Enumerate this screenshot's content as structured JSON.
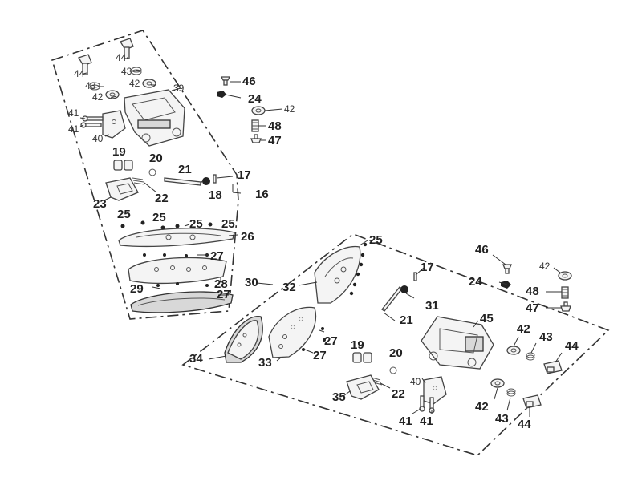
{
  "diagram": {
    "callouts": [
      {
        "id": "c1",
        "text": "44",
        "small": true
      },
      {
        "id": "c2",
        "text": "44",
        "small": true
      },
      {
        "id": "c3",
        "text": "43",
        "small": true
      },
      {
        "id": "c4",
        "text": "43",
        "small": true
      },
      {
        "id": "c5",
        "text": "42",
        "small": true
      },
      {
        "id": "c6",
        "text": "42",
        "small": true
      },
      {
        "id": "c7",
        "text": "39",
        "small": true
      },
      {
        "id": "c8",
        "text": "41",
        "small": true
      },
      {
        "id": "c9",
        "text": "41",
        "small": true
      },
      {
        "id": "c10",
        "text": "40",
        "small": true
      },
      {
        "id": "c11",
        "text": "46"
      },
      {
        "id": "c12",
        "text": "24"
      },
      {
        "id": "c13",
        "text": "42",
        "small": true
      },
      {
        "id": "c14",
        "text": "48"
      },
      {
        "id": "c15",
        "text": "47"
      },
      {
        "id": "c16",
        "text": "19"
      },
      {
        "id": "c17",
        "text": "20"
      },
      {
        "id": "c18",
        "text": "21"
      },
      {
        "id": "c19",
        "text": "17"
      },
      {
        "id": "c20",
        "text": "23"
      },
      {
        "id": "c21",
        "text": "22"
      },
      {
        "id": "c22",
        "text": "18"
      },
      {
        "id": "c23",
        "text": "16"
      },
      {
        "id": "c24",
        "text": "25"
      },
      {
        "id": "c25",
        "text": "25"
      },
      {
        "id": "c26",
        "text": "25"
      },
      {
        "id": "c27",
        "text": "25"
      },
      {
        "id": "c28",
        "text": "26"
      },
      {
        "id": "c29",
        "text": "27"
      },
      {
        "id": "c30",
        "text": "28"
      },
      {
        "id": "c31",
        "text": "29"
      },
      {
        "id": "c32",
        "text": "27"
      },
      {
        "id": "c33",
        "text": "25"
      },
      {
        "id": "c34",
        "text": "17"
      },
      {
        "id": "c35",
        "text": "30"
      },
      {
        "id": "c36",
        "text": "32"
      },
      {
        "id": "c37",
        "text": "31"
      },
      {
        "id": "c38",
        "text": "21"
      },
      {
        "id": "c39",
        "text": "46"
      },
      {
        "id": "c40",
        "text": "42",
        "small": true
      },
      {
        "id": "c41",
        "text": "24"
      },
      {
        "id": "c42",
        "text": "48"
      },
      {
        "id": "c43",
        "text": "47"
      },
      {
        "id": "c44",
        "text": "45"
      },
      {
        "id": "c45",
        "text": "42"
      },
      {
        "id": "c46",
        "text": "43"
      },
      {
        "id": "c47",
        "text": "44"
      },
      {
        "id": "c48",
        "text": "27"
      },
      {
        "id": "c49",
        "text": "27"
      },
      {
        "id": "c50",
        "text": "34"
      },
      {
        "id": "c51",
        "text": "33"
      },
      {
        "id": "c52",
        "text": "19"
      },
      {
        "id": "c53",
        "text": "20"
      },
      {
        "id": "c54",
        "text": "40",
        "small": true
      },
      {
        "id": "c55",
        "text": "22"
      },
      {
        "id": "c56",
        "text": "35"
      },
      {
        "id": "c57",
        "text": "42"
      },
      {
        "id": "c58",
        "text": "43"
      },
      {
        "id": "c59",
        "text": "44"
      },
      {
        "id": "c60",
        "text": "41"
      },
      {
        "id": "c61",
        "text": "41"
      }
    ]
  }
}
